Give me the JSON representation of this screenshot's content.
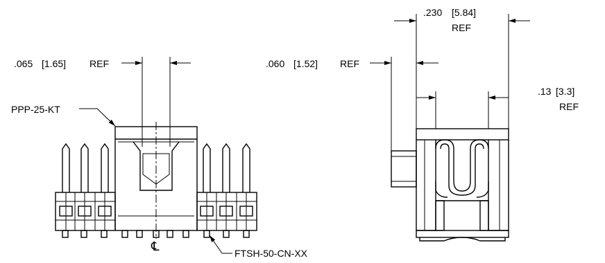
{
  "front_view": {
    "dim_top": ".065",
    "dim_top_metric": "[1.65]",
    "dim_top_ref": "REF",
    "header_callout": "PPP-25-KT",
    "socket_callout": "FTSH-50-CN-XX",
    "centerline_symbol": "℄"
  },
  "side_view": {
    "dim_overall_a": ".230",
    "dim_overall_metric": "[5.84]",
    "dim_overall_ref": "REF",
    "dim_left": ".060",
    "dim_left_metric": "[1.52]",
    "dim_left_ref": "REF",
    "dim_right": ".13",
    "dim_right_metric": "[3.3]",
    "dim_right_ref": "REF"
  }
}
